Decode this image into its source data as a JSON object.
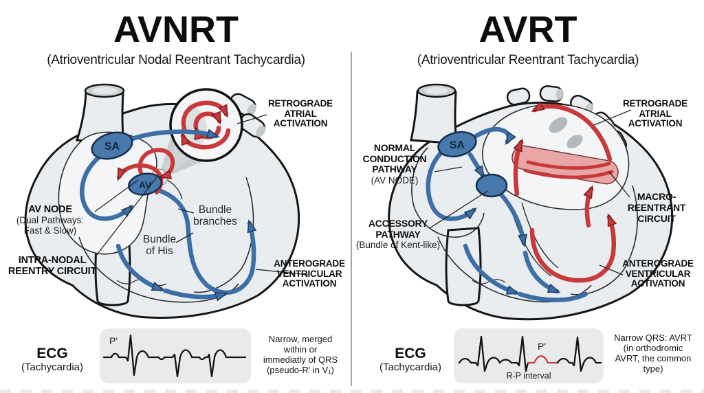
{
  "left": {
    "title": "AVNRT",
    "subtitle": "(Atrioventricular Nodal Reentrant Tachycardia)",
    "sa": "SA",
    "av": "AV",
    "labels": {
      "retrograde": "RETROGRADE\nATRIAL\nACTIVATION",
      "av_node_title": "AV NODE",
      "av_node_sub": "(Dual Pathways:\nFast & Slow)",
      "intra_nodal": "INTRA-NODAL\nREENTRY CIRCUIT",
      "bundle_branches": "Bundle\nbranches",
      "bundle_of_his": "Bundle\nof His",
      "anterograde": "ANTEROGRADE\nVENTRICULAR\nACTIVATION"
    },
    "ecg": {
      "title": "ECG",
      "subtitle": "(Tachycardia)",
      "p_label": "P'",
      "note": "Narrow, merged\nwithin or\nimmediatly of QRS\n(pseudo-R' in V₁)"
    }
  },
  "right": {
    "title": "AVRT",
    "subtitle": "(Atrioventricular Reentrant Tachycardia)",
    "sa": "SA",
    "labels": {
      "normal_title": "NORMAL\nCONDUCTION\nPATHWAY",
      "normal_sub": "(AV NODE)",
      "accessory_title": "ACCESSORY\nPATHWAY",
      "accessory_sub": "(Bundle of Kent-like)",
      "retrograde": "RETROGRADE\nATRIAL\nACTIVATION",
      "macro": "MACRO-\nREENTRANT\nCIRCUIT",
      "anterograde": "ANTEROGRADE\nVENTRICULAR\nACTIVATION"
    },
    "ecg": {
      "title": "ECG",
      "subtitle": "(Tachycardia)",
      "p_label": "P'",
      "rp_label": "R-P interval",
      "note": "Narrow QRS: AVRT\n(in orthodromic\nAVRT, the common\ntype)"
    }
  },
  "colors": {
    "blue": "#3d6ea6",
    "blue_dark": "#1e3d63",
    "red": "#c8393b",
    "red_dark": "#7e1d1f",
    "heart_fill": "#e9edf0",
    "pink_band": "#e8a3a2",
    "ecg_box": "#e8eaec"
  }
}
